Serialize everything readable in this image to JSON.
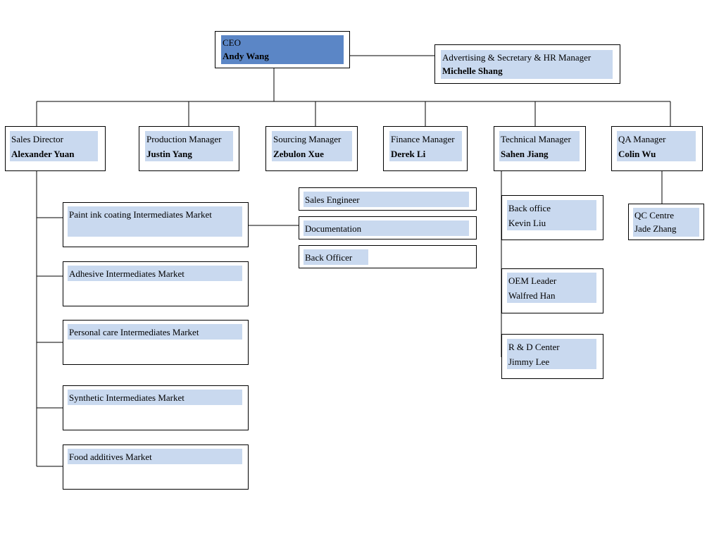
{
  "ceo": {
    "title": "CEO",
    "name": "Andy Wang"
  },
  "hr": {
    "title": "Advertising & Secretary & HR Manager",
    "name": "Michelle Shang"
  },
  "managers": [
    {
      "title": "Sales Director",
      "name": "Alexander Yuan"
    },
    {
      "title": "Production Manager",
      "name": "Justin Yang"
    },
    {
      "title": "Sourcing Manager",
      "name": "Zebulon Xue"
    },
    {
      "title": "Finance Manager",
      "name": "Derek Li"
    },
    {
      "title": "Technical Manager",
      "name": "Sahen Jiang"
    },
    {
      "title": "QA Manager",
      "name": "Colin Wu"
    }
  ],
  "markets": [
    "Paint ink coating Intermediates Market",
    "Adhesive Intermediates Market",
    "Personal care Intermediates Market",
    "Synthetic Intermediates Market",
    "Food additives Market"
  ],
  "paint_sub": [
    "Sales Engineer",
    "Documentation",
    "Back Officer"
  ],
  "technical_sub": [
    {
      "title": "Back office",
      "name": "Kevin Liu"
    },
    {
      "title": "OEM Leader",
      "name": "Walfred Han"
    },
    {
      "title": "R & D Center",
      "name": "Jimmy Lee"
    }
  ],
  "qa_sub": {
    "title": "QC Centre",
    "name": "Jade Zhang"
  },
  "colors": {
    "box_fill": "#c9d9ef",
    "ceo_fill": "#5b86c6",
    "line": "#000000"
  }
}
